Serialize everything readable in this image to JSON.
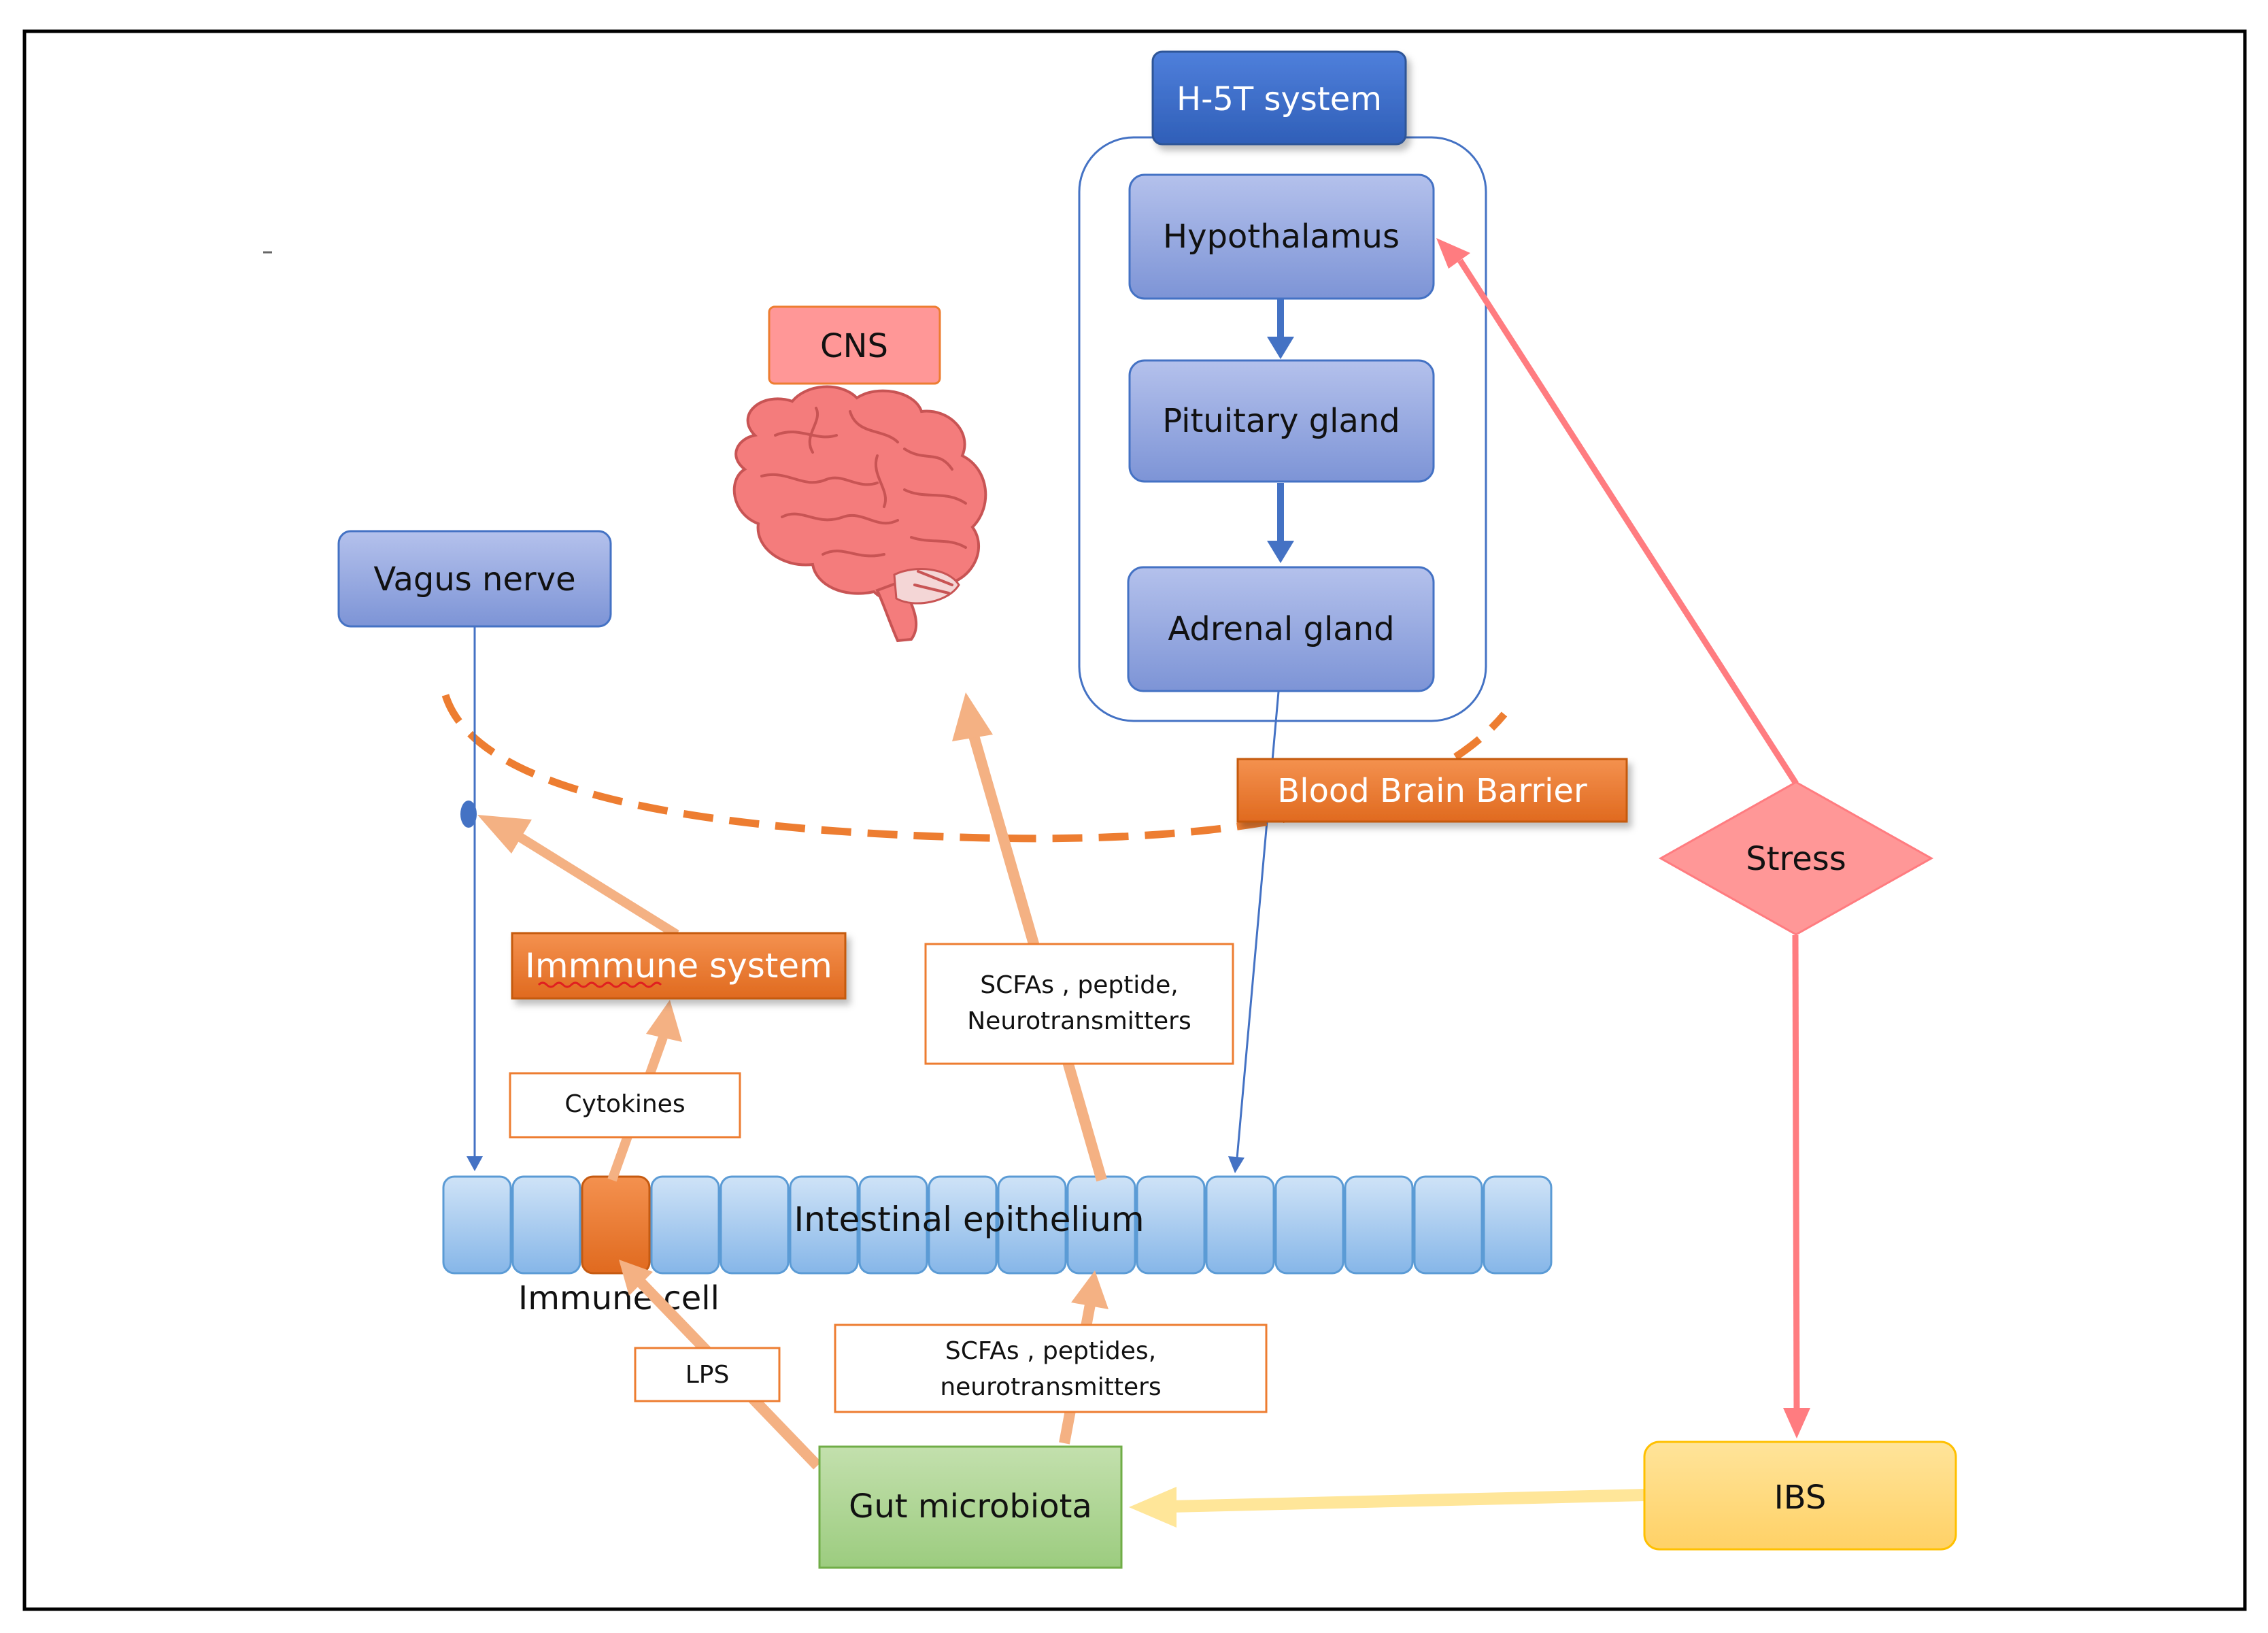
{
  "header": {
    "title": "H-5T system"
  },
  "hpa": {
    "hypothalamus": "Hypothalamus",
    "pituitary": "Pituitary gland",
    "adrenal": "Adrenal gland"
  },
  "cns": {
    "label": "CNS"
  },
  "vagus": {
    "label": "Vagus nerve"
  },
  "barrier": {
    "label": "Blood Brain Barrier"
  },
  "stress": {
    "label": "Stress"
  },
  "immune_system": {
    "label": "Immmune system"
  },
  "cytokines": {
    "label": "Cytokines"
  },
  "scfa_upper": {
    "line1": "SCFAs , peptide,",
    "line2": "Neurotransmitters"
  },
  "epithelium": {
    "label": "Intestinal epithelium"
  },
  "immune_cell": {
    "label": "Immune cell"
  },
  "lps": {
    "label": "LPS"
  },
  "scfa_lower": {
    "line1": "SCFAs , peptides,",
    "line2": "neurotransmitters"
  },
  "microbiota": {
    "label": "Gut microbiota"
  },
  "ibs": {
    "label": "IBS"
  },
  "colors": {
    "blue_box": "#8fa2dc",
    "orange": "#ed7d31",
    "pink": "#ff8c8c",
    "green": "#a9d18e",
    "yellow": "#ffd966",
    "peach_arrow": "#f4b183"
  }
}
